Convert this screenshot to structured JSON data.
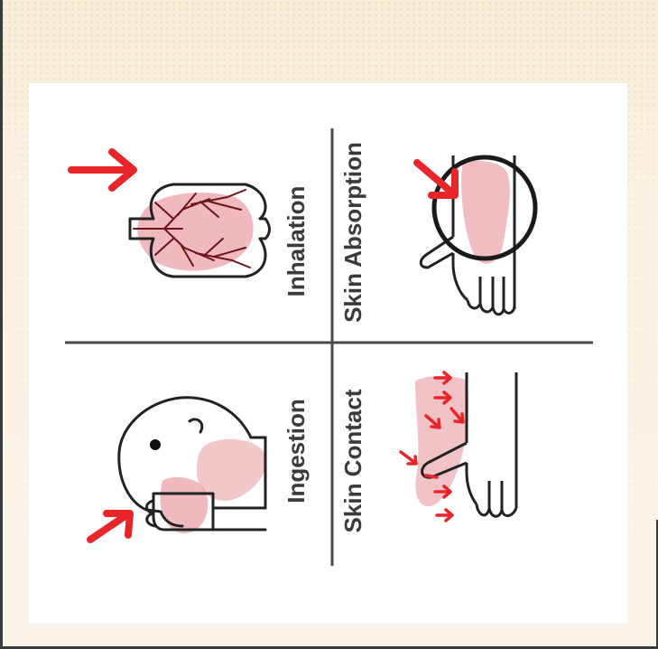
{
  "labels": {
    "inhalation": "Inhalation",
    "skin_absorption": "Skin Absorption",
    "ingestion": "Ingestion",
    "skin_contact": "Skin Contact"
  },
  "icons": {
    "inhalation": "lungs-icon",
    "skin_absorption": "arm-with-circle-icon",
    "ingestion": "person-drinking-icon",
    "skin_contact": "hand-contact-icon"
  },
  "colors": {
    "arrow": "#e8262a",
    "stain": "#e9a2a7",
    "line": "#4a4a4a",
    "text": "#3a3a3a"
  }
}
